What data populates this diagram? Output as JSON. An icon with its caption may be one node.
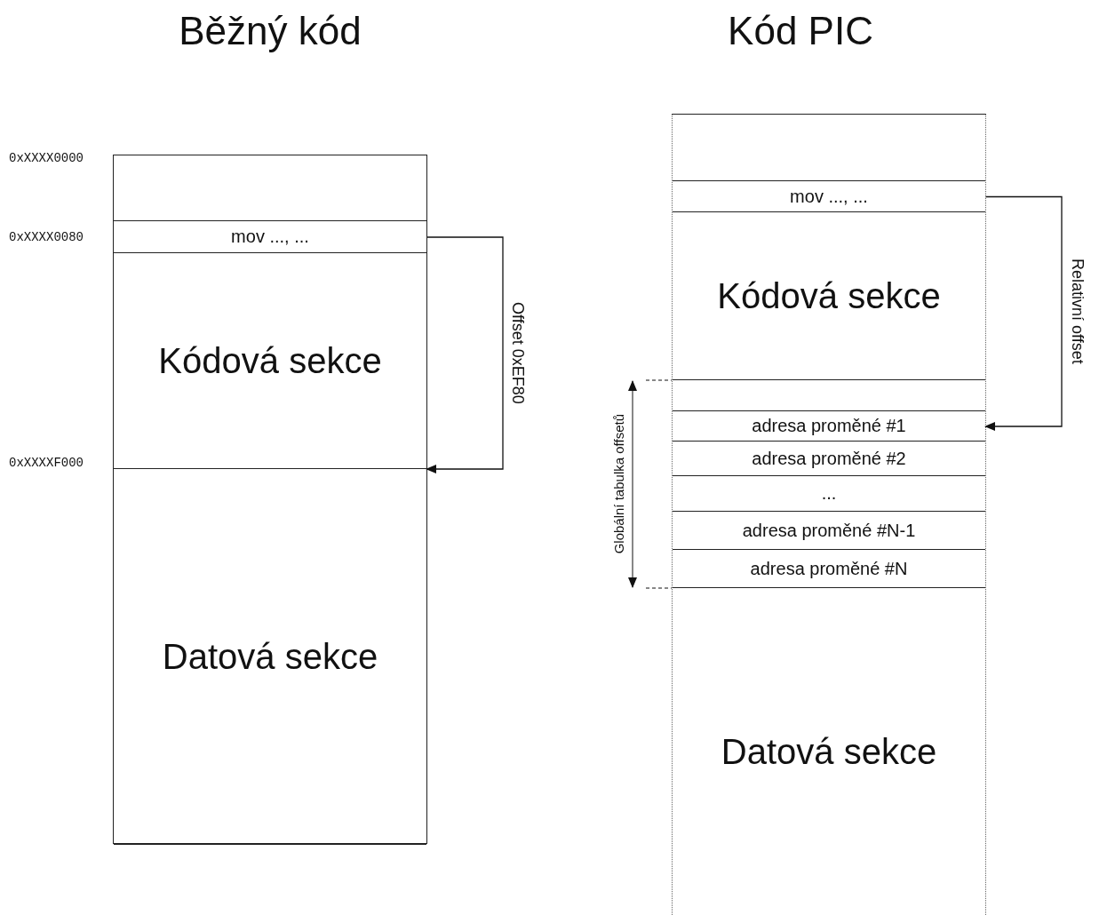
{
  "diagram": {
    "nodes": [
      {
        "text": [
          "Běžný kód"
        ]
      },
      {
        "text": [],
        "shape": "box",
        "in": 0,
        "beside": [
          "0xXXXX0000"
        ]
      },
      {
        "text": [
          "mov ..., ..."
        ],
        "in": 0,
        "beside": [
          "0xXXXX0080"
        ]
      },
      {
        "text": [
          "Kódová sekce"
        ],
        "in": 0
      },
      {
        "text": [
          "Datová sekce"
        ],
        "in": 0,
        "beside": [
          "0xXXXXF000"
        ]
      },
      {
        "text": [
          "Kód PIC"
        ]
      },
      {
        "text": [],
        "shape": "box",
        "in": 5
      },
      {
        "text": [
          "mov ..., ..."
        ],
        "in": 5
      },
      {
        "text": [
          "Kódová sekce"
        ],
        "in": 5
      },
      {
        "text": [],
        "shape": "box",
        "in": 5
      },
      {
        "text": [
          "adresa proměné #1"
        ],
        "in": 5
      },
      {
        "text": [
          "adresa proměné #2"
        ],
        "in": 5
      },
      {
        "text": [
          "..."
        ],
        "in": 5
      },
      {
        "text": [
          "adresa proměné #N-1"
        ],
        "in": 5
      },
      {
        "text": [
          "adresa proměné #N"
        ],
        "in": 5
      },
      {
        "text": [
          "Datová sekce"
        ],
        "in": 5
      }
    ],
    "edges": [
      {
        "from": 2,
        "to": 4,
        "arrow": "to",
        "label": "Offset 0xEF80"
      },
      {
        "from": 7,
        "to": 10,
        "arrow": "to",
        "label": "Relativní offset"
      }
    ],
    "labels": [
      "Globální tabulka offsetů"
    ]
  }
}
